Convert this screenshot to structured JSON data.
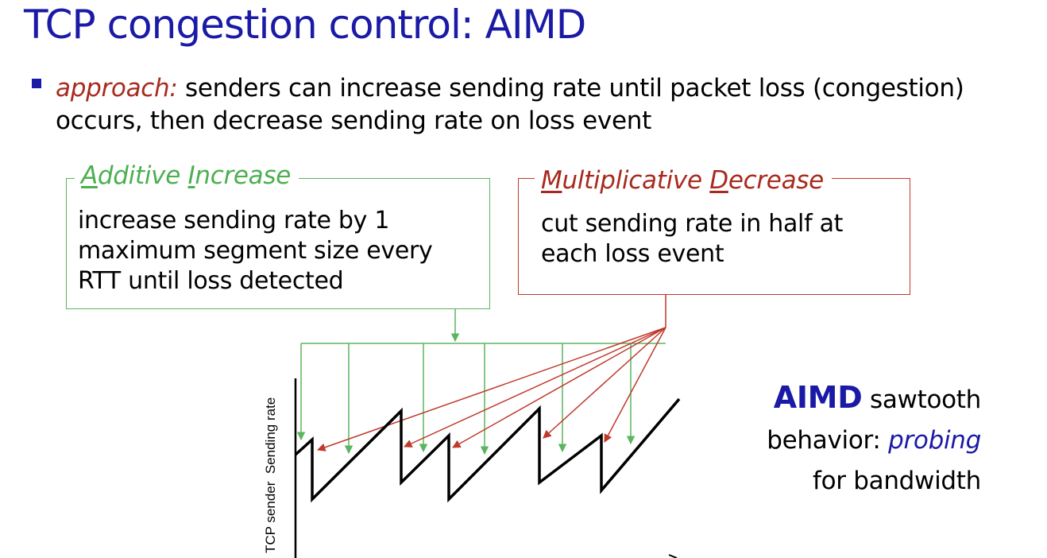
{
  "slide": {
    "title": "TCP congestion control: AIMD",
    "bullet": {
      "keyword": "approach:",
      "text": " senders can increase sending rate until packet loss (congestion) occurs, then decrease sending rate on loss event"
    }
  },
  "additive_increase": {
    "title_first_letter": "A",
    "title_part1": "dditive ",
    "title_second_letter": "I",
    "title_part2": "ncrease",
    "body": "increase sending rate by 1 maximum segment size every RTT until loss detected"
  },
  "multiplicative_decrease": {
    "title_first_letter": "M",
    "title_part1": "ultiplicative ",
    "title_second_letter": "D",
    "title_part2": "ecrease",
    "body": "cut sending rate in half at each loss event"
  },
  "graph": {
    "ylabel": "TCP sender  Sending rate"
  },
  "side_note": {
    "strong": "AIMD",
    "line1_rest": " sawtooth",
    "line2_pre": "behavior: ",
    "line2_em": "probing",
    "line3": "for bandwidth"
  },
  "colors": {
    "title": "#1a1aa6",
    "additive": "#5ab55e",
    "multiplicative": "#c0392b",
    "sawtooth": "#000000"
  }
}
